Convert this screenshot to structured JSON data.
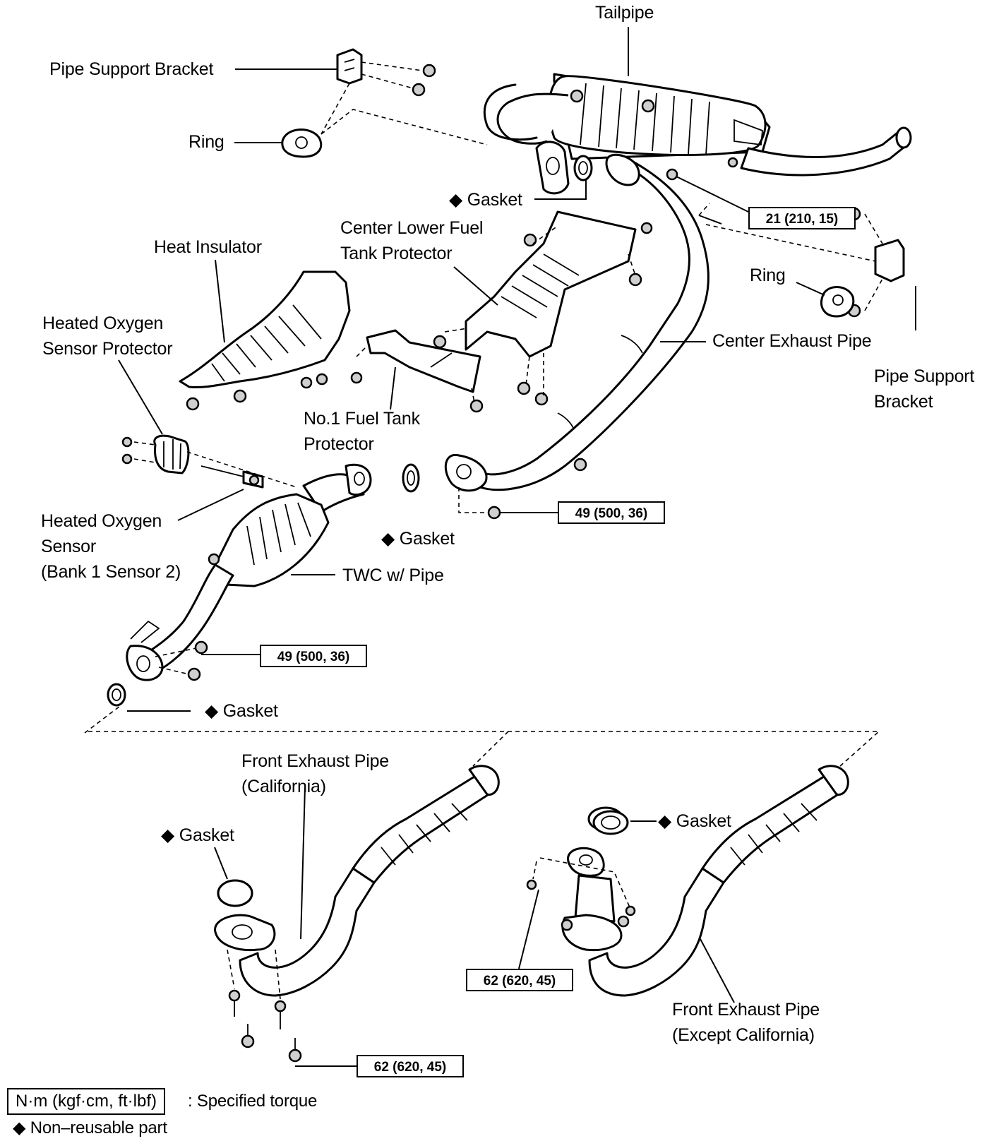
{
  "labels": {
    "tailpipe": "Tailpipe",
    "pipe_support_bracket_top": "Pipe Support Bracket",
    "ring_left": "Ring",
    "gasket_top": "Gasket",
    "center_lower_fuel_tank_protector": "Center Lower Fuel\nTank Protector",
    "heat_insulator": "Heat Insulator",
    "ring_right": "Ring",
    "center_exhaust_pipe": "Center Exhaust Pipe",
    "pipe_support_bracket_right": "Pipe Support\nBracket",
    "heated_oxygen_sensor_protector": "Heated Oxygen\nSensor Protector",
    "no1_fuel_tank_protector": "No.1 Fuel Tank\nProtector",
    "gasket_middle": "Gasket",
    "heated_oxygen_sensor": "Heated Oxygen\nSensor\n(Bank 1 Sensor 2)",
    "twc_with_pipe": "TWC w/ Pipe",
    "gasket_lower_left": "Gasket",
    "front_exhaust_pipe_california": "Front Exhaust Pipe\n(California)",
    "gasket_california": "Gasket",
    "gasket_except_california": "Gasket",
    "front_exhaust_pipe_except_california": "Front Exhaust Pipe\n(Except California)"
  },
  "torques": {
    "tailpipe": "21 (210, 15)",
    "center_pipe": "49 (500, 36)",
    "twc": "49 (500, 36)",
    "front_except_california": "62 (620, 45)",
    "front_california": "62 (620, 45)"
  },
  "legend": {
    "torque_unit": "N·m (kgf·cm, ft·lbf)",
    "torque_text": ": Specified torque",
    "non_reusable": "Non–reusable part"
  },
  "symbols": {
    "non_reusable_marker": "◆"
  }
}
